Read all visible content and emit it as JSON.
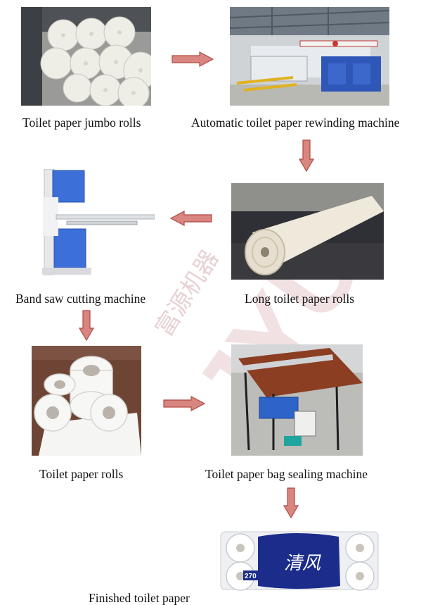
{
  "steps": {
    "jumbo_rolls": "Toilet paper jumbo rolls",
    "rewinding_machine": "Automatic toilet paper rewinding machine",
    "long_rolls": "Long toilet paper rolls",
    "band_saw": "Band saw cutting machine",
    "paper_rolls": "Toilet paper rolls",
    "bag_sealing": "Toilet paper bag sealing machine",
    "finished": "Finished toilet paper"
  },
  "watermark": {
    "latin": "JYU",
    "cjk": "富源机器"
  },
  "package": {
    "brand": "清风",
    "count": "270"
  },
  "colors": {
    "arrow_fill": "#d98580",
    "arrow_stroke": "#b14a45",
    "watermark": "#e6c9cc"
  }
}
